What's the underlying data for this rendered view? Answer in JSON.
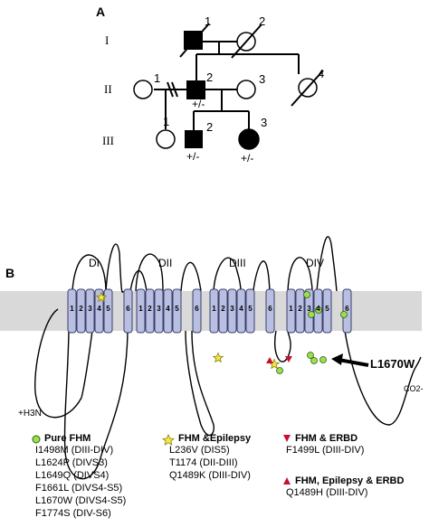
{
  "panels": {
    "a": "A",
    "b": "B"
  },
  "pedigree": {
    "generations": [
      "I",
      "II",
      "III"
    ],
    "individuals": {
      "I1": {
        "label": "1"
      },
      "I2": {
        "label": "2"
      },
      "II1": {
        "label": "1"
      },
      "II2": {
        "label": "2",
        "genotype": "+/-"
      },
      "II3": {
        "label": "3"
      },
      "II4": {
        "label": "4"
      },
      "III1": {
        "label": "1"
      },
      "III2": {
        "label": "2",
        "genotype": "+/-"
      },
      "III3": {
        "label": "3",
        "genotype": "+/-"
      }
    }
  },
  "channel": {
    "domains": [
      "DI",
      "DII",
      "DIII",
      "DIV"
    ],
    "segments": [
      "1",
      "2",
      "3",
      "4",
      "5",
      "6"
    ],
    "n_terminus": "+H3N",
    "c_terminus": "CO2-",
    "callout": "L1670W"
  },
  "legend": {
    "pure_fhm": {
      "title": "Pure FHM",
      "items": [
        "I1498M (DIII-DIV)",
        "L1624P (DIVS3)",
        "L1649Q (DIVS4)",
        "F1661L (DIVS4-S5)",
        "L1670W (DIVS4-S5)",
        "F1774S (DIV-S6)"
      ]
    },
    "fhm_epilepsy": {
      "title": "FHM &Epilepsy",
      "items": [
        "L236V (DIS5)",
        "T1174 (DII-DIII)",
        "Q1489K (DIII-DIV)"
      ]
    },
    "fhm_erbd": {
      "title": "FHM & ERBD",
      "items": [
        "F1499L (DIII-DIV)"
      ]
    },
    "fhm_epilepsy_erbd": {
      "title": "FHM, Epilepsy & ERBD",
      "items": [
        "Q1489H (DIII-DIV)"
      ]
    }
  },
  "colors": {
    "membrane": "#d9d9d9",
    "helix": "#b9bfe0",
    "helix_stroke": "#3b3f6b",
    "marker_green": "#9be04a",
    "marker_yellow": "#f3e84a",
    "marker_red": "#c8102e"
  }
}
